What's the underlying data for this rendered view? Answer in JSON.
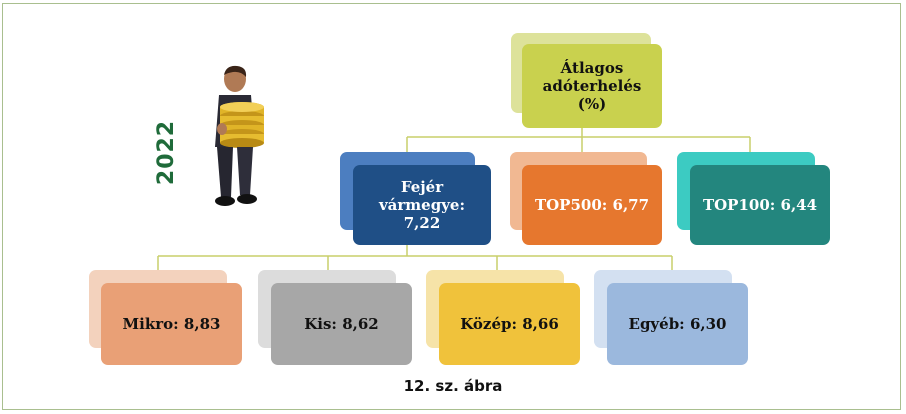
{
  "year_label": "2022",
  "root": {
    "label": "Átlagos adóterhelés (%)"
  },
  "level1": [
    {
      "label": "Fejér vármegye: 7,22"
    },
    {
      "label": "TOP500: 6,77"
    },
    {
      "label": "TOP100: 6,44"
    }
  ],
  "level2": [
    {
      "label": "Mikro: 8,83"
    },
    {
      "label": "Kis: 8,62"
    },
    {
      "label": "Közép: 8,66"
    },
    {
      "label": "Egyéb: 6,30"
    }
  ],
  "caption": "12. sz. ábra",
  "colors": {
    "root": "#c9d14e",
    "root_back": "#dde29a",
    "fejer": "#1f4f86",
    "fejer_back": "#4c7ec0",
    "top500": "#e6772e",
    "top500_back": "#f1b892",
    "top100": "#23867e",
    "top100_back": "#3ccbc2",
    "mikro": "#e9a076",
    "mikro_back": "#f3d2bd",
    "kis": "#a7a7a7",
    "kis_back": "#dcdcdc",
    "kozep": "#f0c23b",
    "kozep_back": "#f6e3a8",
    "egyeb": "#9bb8dd",
    "egyeb_back": "#d3e0f1",
    "connector": "#c8cf6a",
    "frame": "#a9bf8f"
  }
}
